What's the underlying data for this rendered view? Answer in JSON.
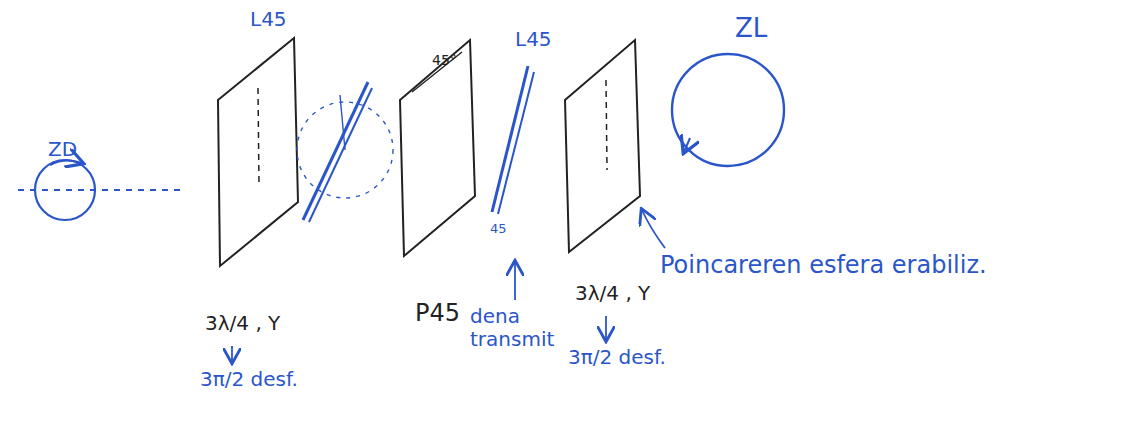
{
  "diagram": {
    "labels": [
      "ZD",
      "L45",
      "45°",
      "L45",
      "45",
      "ZL",
      "3λ/4 , Y",
      "3π/2 desf.",
      "P45",
      "dena transmit",
      "3λ/4 , Y",
      "3π/2 desf.",
      "Poincareren esfera erabiliz."
    ]
  }
}
